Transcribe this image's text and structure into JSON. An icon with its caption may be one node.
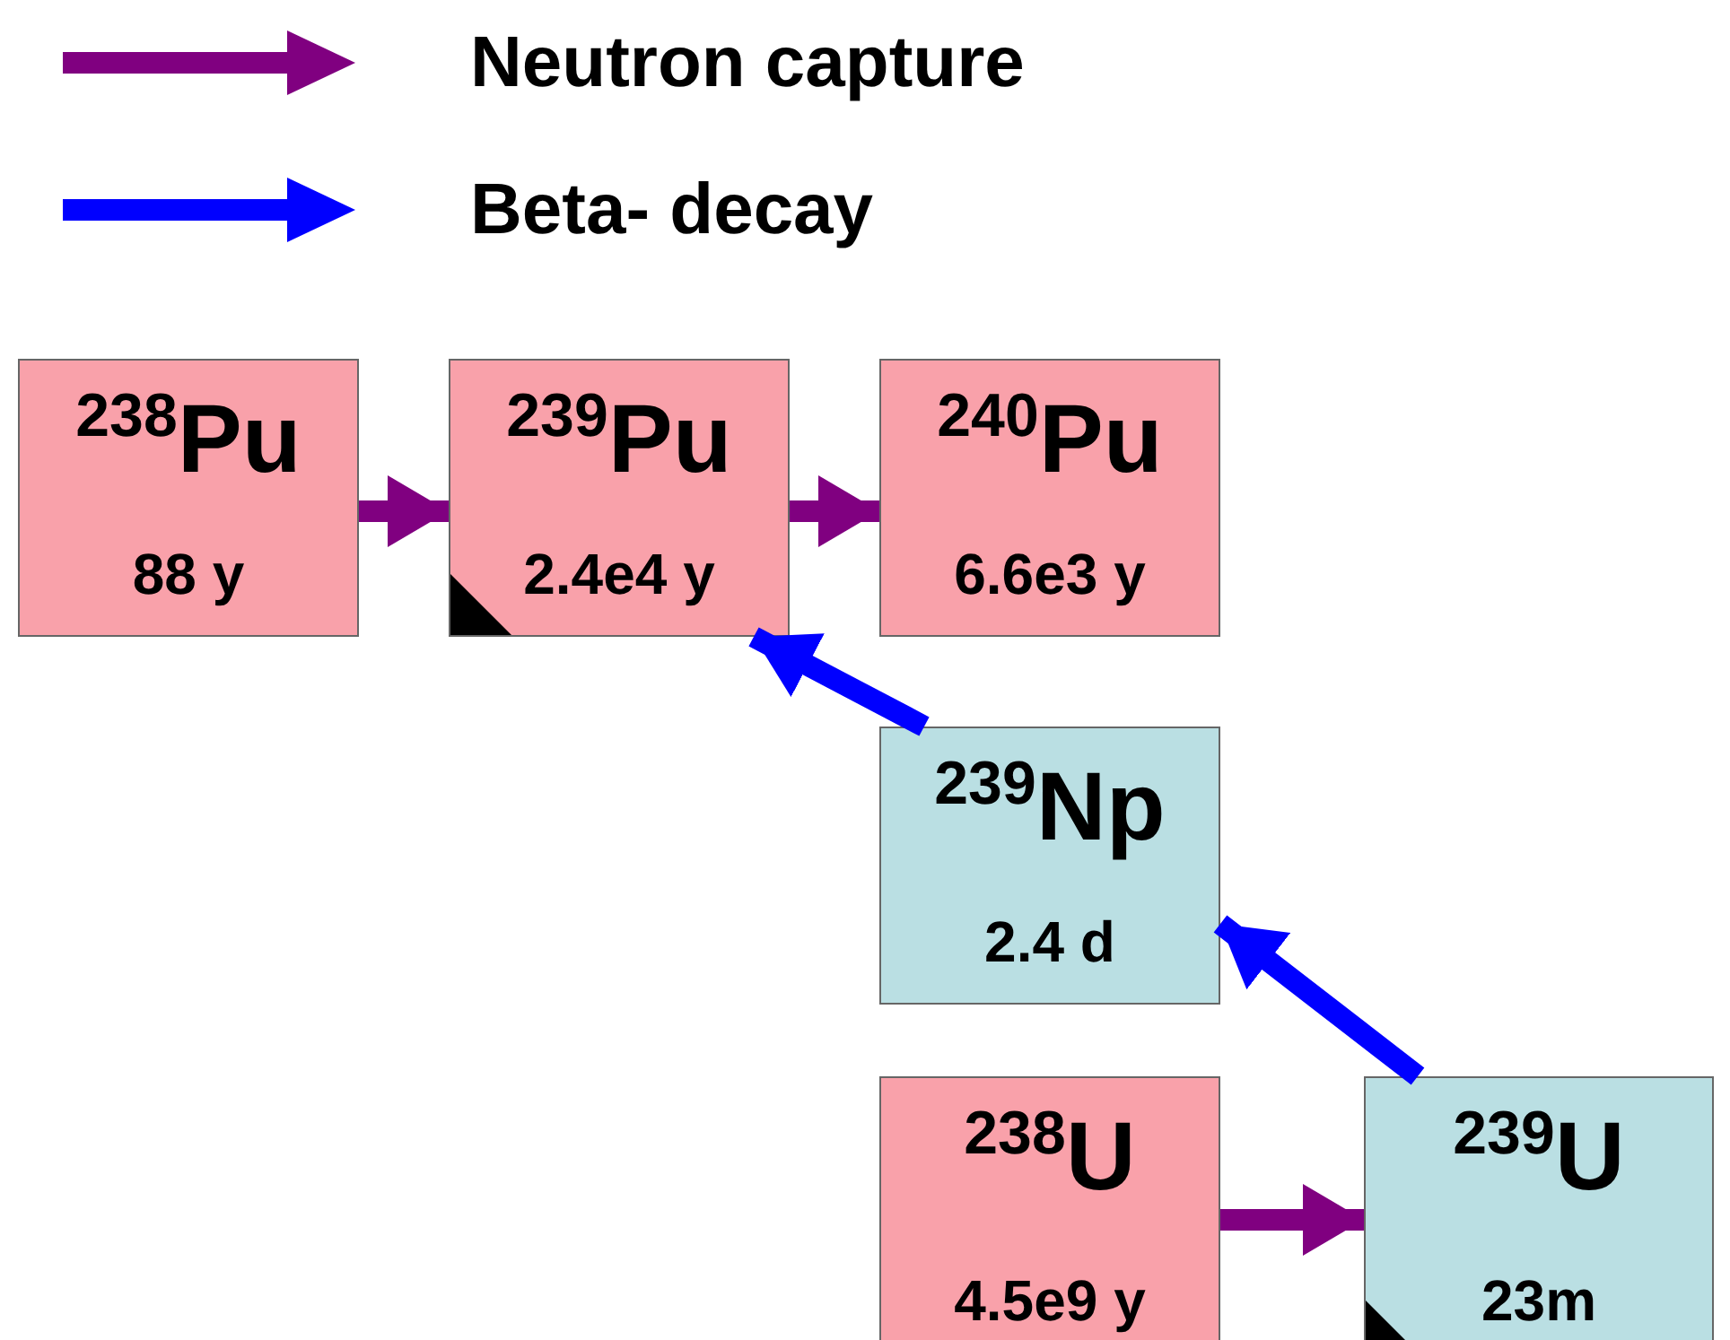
{
  "diagram": {
    "nodes": [
      {
        "text": [
          "$^{238}$Pu",
          "88 y"
        ]
      },
      {
        "text": [
          "$^{239}$Pu",
          "2.4e4 y"
        ]
      },
      {
        "text": [
          "$^{240}$Pu",
          "6.6e3 y"
        ]
      },
      {
        "text": [
          "$^{239}$Np",
          "2.4 d"
        ]
      },
      {
        "text": [
          "$^{238}$U",
          "4.5e9 y"
        ]
      },
      {
        "text": [
          "$^{239}$U",
          "23m"
        ]
      }
    ],
    "edges": [
      {
        "from": 0,
        "to": 1,
        "arrow": "to"
      },
      {
        "from": 1,
        "to": 2,
        "arrow": "to"
      },
      {
        "from": 3,
        "to": 1,
        "arrow": "to",
        "color": "#0000ff"
      },
      {
        "from": 5,
        "to": 3,
        "arrow": "to",
        "color": "#0000ff"
      },
      {
        "from": 4,
        "to": 5,
        "arrow": "to"
      }
    ],
    "legend": [
      {
        "text": "Neutron capture",
        "color": "#800080"
      },
      {
        "text": "Beta- decay",
        "color": "#0000ff"
      }
    ]
  }
}
